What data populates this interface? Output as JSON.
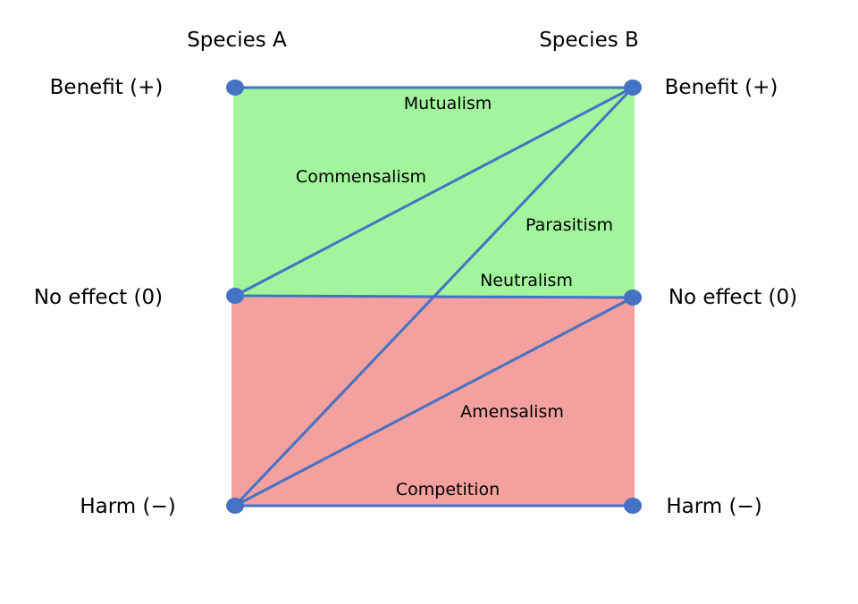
{
  "headers": {
    "left": "Species A",
    "right": "Species B"
  },
  "left_levels": {
    "benefit": "Benefit (+)",
    "neutral": "No effect (0)",
    "harm": "Harm (−)"
  },
  "right_levels": {
    "benefit": "Benefit (+)",
    "neutral": "No effect (0)",
    "harm": "Harm (−)"
  },
  "relations": {
    "mutualism": "Mutualism",
    "commensalism": "Commensalism",
    "parasitism": "Parasitism",
    "neutralism": "Neutralism",
    "amensalism": "Amensalism",
    "competition": "Competition"
  },
  "colors": {
    "benefit_region": "#a2f59c",
    "harm_region": "#f4a09f",
    "line": "#4472c4",
    "node": "#4472c4"
  }
}
